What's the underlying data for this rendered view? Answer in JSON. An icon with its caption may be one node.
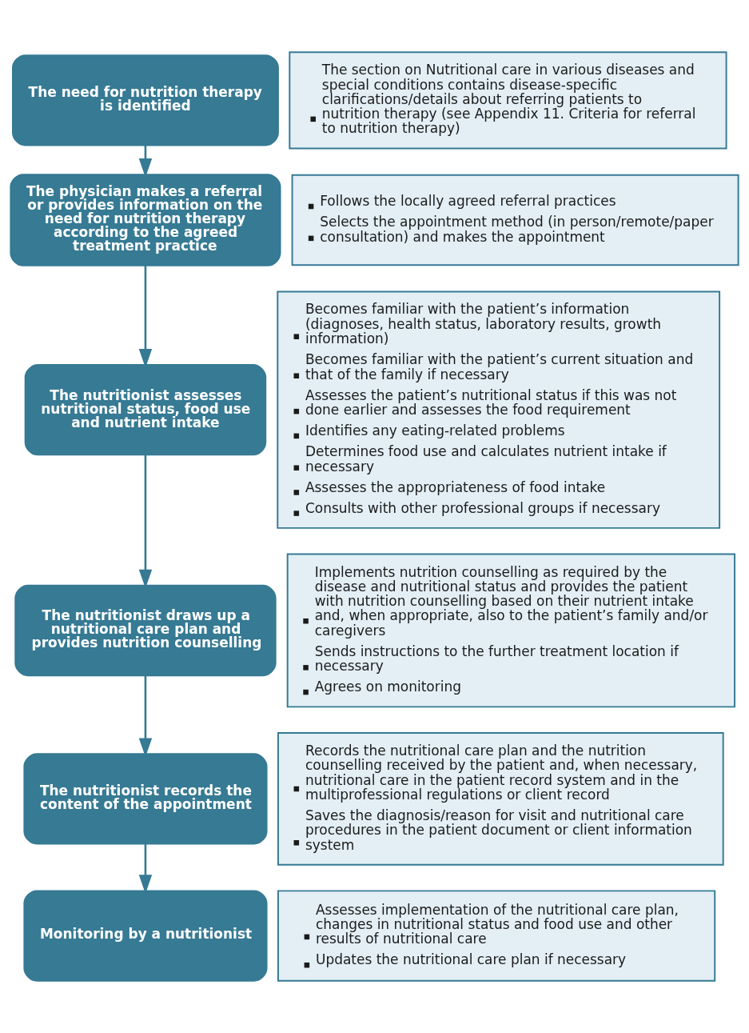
{
  "diagram": {
    "nodes": [
      {
        "text": [
          "The need for nutrition therapy is identified"
        ]
      },
      {
        "text": [
          "The section on Nutritional care in various diseases and special conditions contains disease-specific clarifications/details about referring patients to nutrition therapy (see Appendix 11. Criteria for referral to nutrition therapy)"
        ]
      },
      {
        "text": [
          "The physician makes a referral or provides information on the need for nutrition therapy according to the agreed treatment practice"
        ]
      },
      {
        "text": [
          "Follows the locally agreed referral practices",
          "Selects the appointment method (in person/remote/paper consultation) and makes the appointment"
        ]
      },
      {
        "text": [
          "The nutritionist assesses nutritional status, food use and nutrient intake"
        ]
      },
      {
        "text": [
          "Becomes familiar with the patient’s information (diagnoses, health status, laboratory results, growth information)",
          "Becomes familiar with the patient’s current situation and that of the family if necessary",
          "Assesses the patient’s nutritional status if this was not done earlier and assesses the food requirement",
          "Identifies any eating-related problems",
          "Determines food use and calculates nutrient intake if necessary",
          "Assesses the appropriateness of food intake",
          "Consults with other professional groups if necessary"
        ]
      },
      {
        "text": [
          "The nutritionist draws up a nutritional care plan and provides nutrition counselling"
        ]
      },
      {
        "text": [
          "Implements nutrition counselling as required by the disease and nutritional status and provides the patient with nutrition counselling based on their nutrient intake and, when appropriate, also to the patient’s family and/or caregivers",
          "Sends instructions to the further treatment location if necessary",
          "Agrees on monitoring"
        ]
      },
      {
        "text": [
          "The nutritionist records the content of the appointment"
        ]
      },
      {
        "text": [
          "Records the nutritional care plan and the nutrition counselling received by the patient and, when necessary, nutritional care in the patient record system and in the multiprofessional regulations or client record",
          "Saves the diagnosis/reason for visit and nutritional care procedures in the patient document or client information system"
        ]
      },
      {
        "text": [
          "Monitoring by a nutritionist"
        ]
      },
      {
        "text": [
          "Assesses implementation of the nutritional care plan, changes in nutritional status and food use and other results of nutritional care",
          "Updates the nutritional care plan if necessary"
        ]
      }
    ],
    "edges": [
      {
        "from": 0,
        "to": 2,
        "arrow": "to"
      },
      {
        "from": 2,
        "to": 4,
        "arrow": "to"
      },
      {
        "from": 4,
        "to": 6,
        "arrow": "to"
      },
      {
        "from": 6,
        "to": 8,
        "arrow": "to"
      },
      {
        "from": 8,
        "to": 10,
        "arrow": "to"
      }
    ]
  }
}
